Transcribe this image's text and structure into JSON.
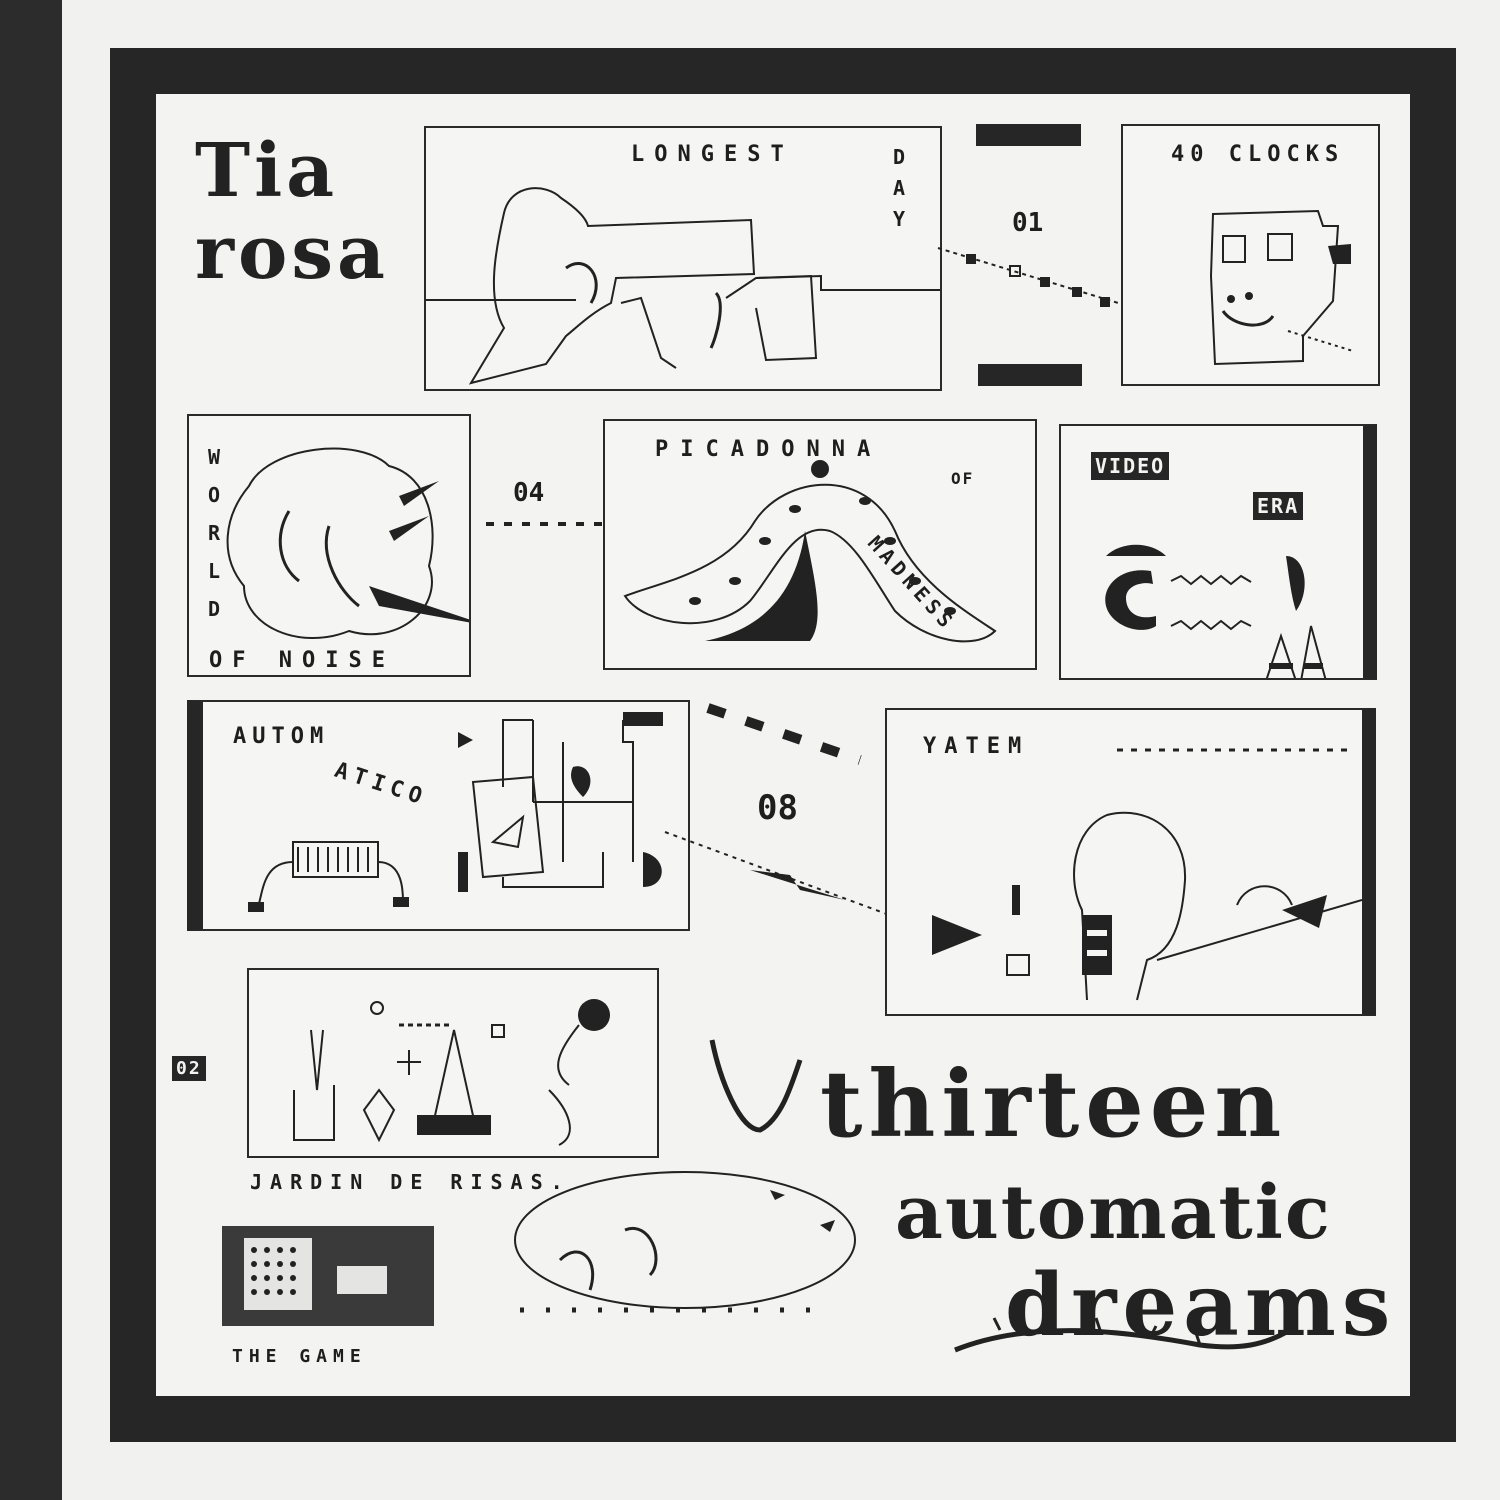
{
  "band": "Tia rosa",
  "title": {
    "line1": "thirteen",
    "line2": "automatic",
    "line3": "dreams"
  },
  "panels": {
    "longest_day": {
      "title": "LONGEST",
      "vertical": "DAY",
      "number": "01"
    },
    "clocks": {
      "title": "40 CLOCKS"
    },
    "world_of_noise": {
      "vertical": "WORLD",
      "bottom": "OF NOISE",
      "number": "04"
    },
    "picadonna": {
      "title": "PICADONNA",
      "of": "OF",
      "madness": "MADNESS"
    },
    "video_era": {
      "word1": "VIDEO",
      "word2": "ERA"
    },
    "automatico": {
      "word1": "AUTOM",
      "word2": "ATICO",
      "number": "08"
    },
    "yatem": {
      "title": "YATEM"
    },
    "jardin": {
      "number": "02",
      "caption": "JARDIN DE RISAS."
    },
    "game": {
      "caption": "THE GAME"
    }
  },
  "colors": {
    "ink": "#262626",
    "paper": "#f3f3f1"
  }
}
